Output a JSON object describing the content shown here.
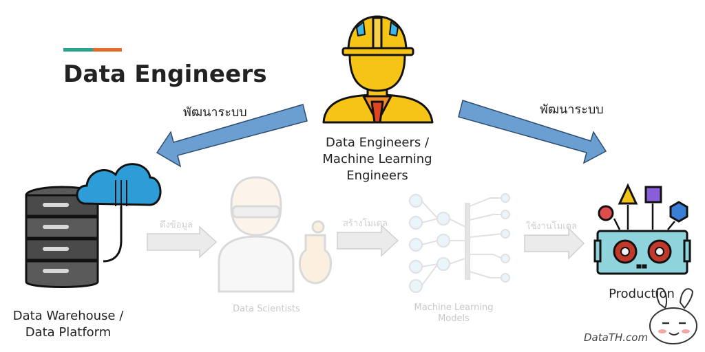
{
  "title": "Data Engineers",
  "roles": {
    "engineer_line1": "Data Engineers /",
    "engineer_line2": "Machine Learning",
    "engineer_line3": "Engineers",
    "warehouse_line1": "Data Warehouse /",
    "warehouse_line2": "Data Platform",
    "production": "Production",
    "scientists": "Data Scientists",
    "models_line1": "Machine Learning",
    "models_line2": "Models"
  },
  "arrows": {
    "develop_left": "พัฒนาระบบ",
    "develop_right": "พัฒนาระบบ",
    "pull_data": "ดึงข้อมูล",
    "build_model": "สร้างโมเดล",
    "use_model": "ใช้งานโมเดล"
  },
  "brand": "DataTH.com",
  "colors": {
    "accent_teal": "#2aa58f",
    "accent_orange": "#e46b2a",
    "arrow_blue": "#6b9fd1",
    "helmet_yellow": "#f6c416",
    "cloud_blue": "#2e9cd6",
    "machine_teal": "#8fd3dc"
  },
  "icons": [
    "engineer-icon",
    "database-cloud-icon",
    "scientist-icon",
    "neural-network-icon",
    "production-machine-icon",
    "rabbit-mascot-icon"
  ]
}
